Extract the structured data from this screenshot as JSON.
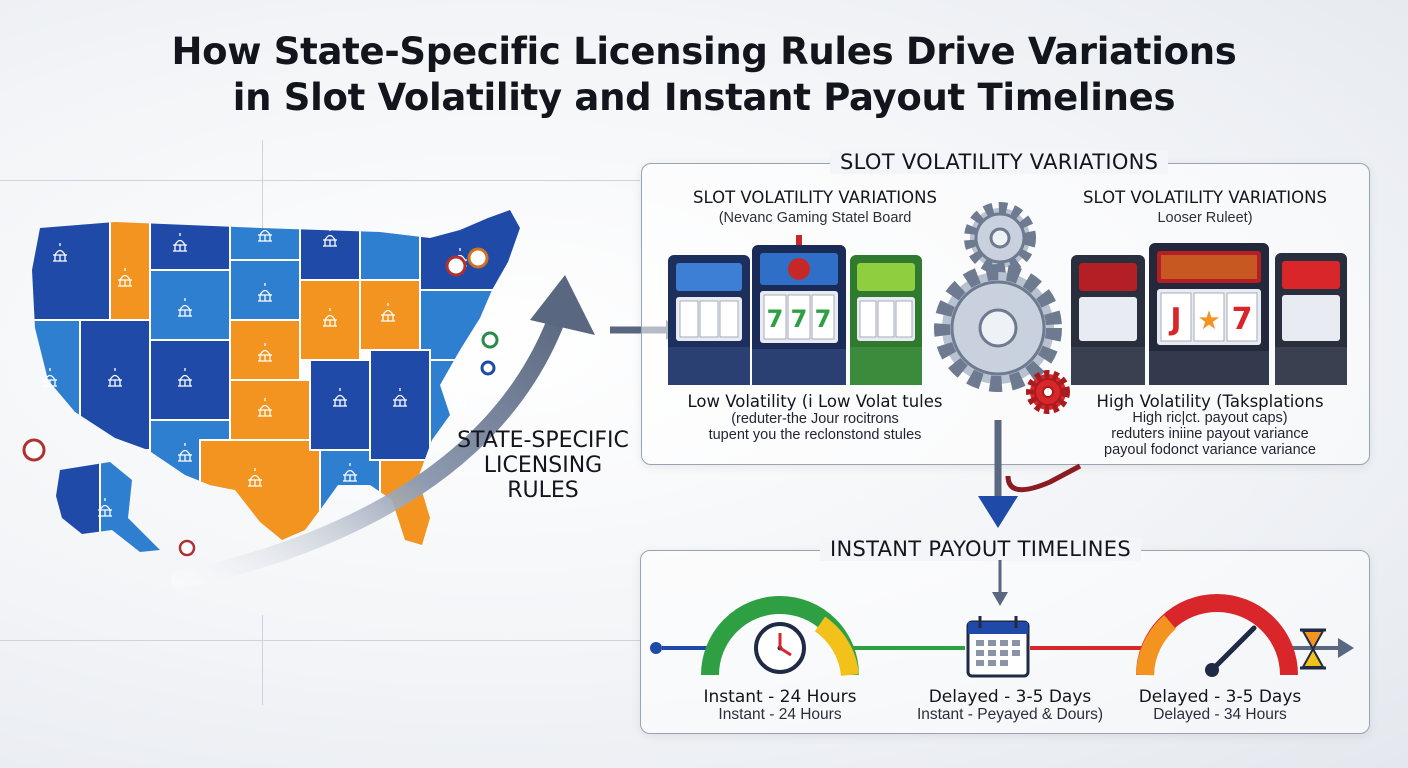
{
  "title": {
    "line1": "How State-Specific Licensing Rules Drive Variations",
    "line2": "in Slot Volatility and Instant Payout Timelines"
  },
  "map": {
    "label_lines": [
      "STATE-SPECIFIC",
      "LICENSING",
      "RULES"
    ],
    "colors": {
      "dark_blue": "#1f4aa8",
      "mid_blue": "#2f7fd0",
      "orange": "#f2941f"
    }
  },
  "volatility_panel": {
    "title": "SLOT VOLATILITY VARIATIONS",
    "left": {
      "heading": "SLOT VOLATILITY VARIATIONS",
      "subheading": "(Nevanc Gaming Statel Board",
      "caption_title": "Low Volatility (i Low Volat tules",
      "caption_lines": [
        "(reduter-the Jour rocitrons",
        "tupent you the reclonstond stules"
      ],
      "reels": [
        "7",
        "7",
        "7"
      ]
    },
    "right": {
      "heading": "SLOT VOLATILITY VARIATIONS",
      "subheading": "Looser Ruleet)",
      "caption_title": "High Volatility (Taksplations",
      "caption_lines": [
        "High ric|ct. payout caps)",
        "reduters iniine payout variance",
        "payoul fodonct variance variance"
      ],
      "reels": [
        "J",
        "★",
        "7"
      ]
    }
  },
  "payout_panel": {
    "title": "INSTANT PAYOUT TIMELINES",
    "items": [
      {
        "big": "Instant - 24 Hours",
        "small": "Instant - 24 Hours",
        "icon": "clock-icon"
      },
      {
        "big": "Delayed - 3-5 Days",
        "small": "Instant - Peyayed & Dours)",
        "icon": "calendar-icon"
      },
      {
        "big": "Delayed - 3-5 Days",
        "small": "Delayed - 34 Hours",
        "icon": "hourglass-icon"
      }
    ],
    "colors": {
      "green": "#2ea043",
      "red": "#d9262b",
      "blue": "#1f4aa8",
      "yellow": "#f2c21b"
    }
  }
}
